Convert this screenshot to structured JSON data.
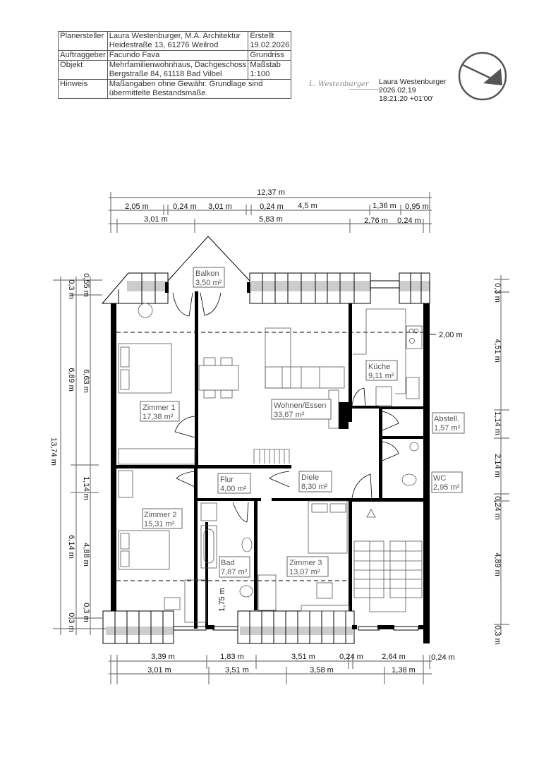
{
  "title_block": {
    "rows": [
      {
        "label": "Planersteller",
        "value_line1": "Laura Westenburger, M.A. Architektur",
        "value_line2": "Heidestraße 13, 61276 Weilrod",
        "right_line1": "Erstellt",
        "right_line2": "19.02.2026"
      },
      {
        "label": "Auftraggeber",
        "value_line1": "Facundo Fava",
        "right_line1": "Grundriss"
      },
      {
        "label": "Objekt",
        "value_line1": "Mehrfamilienwohnhaus, Dachgeschoss",
        "value_line2": "Bergstraße 84, 61118 Bad Vilbel",
        "right_line1": "Maßstab",
        "right_line2": "1:100"
      },
      {
        "label": "Hinweis",
        "value_line1": "Maßangaben ohne Gewähr. Grundlage sind",
        "value_line2": "übermittelte Bestandsmaße."
      }
    ]
  },
  "signature": {
    "handwritten": "L. Westenburger",
    "name": "Laura Westenburger",
    "date": "2026.02.19",
    "time": "18:21:20 +01'00'"
  },
  "north_arrow": {
    "icon": "north-arrow-icon",
    "color": "#555555"
  },
  "rooms": [
    {
      "name": "Balkon",
      "area": "3,50 m²"
    },
    {
      "name": "Zimmer 1",
      "area": "17,38 m²"
    },
    {
      "name": "Wohnen/Essen",
      "area": "33,67 m²"
    },
    {
      "name": "Küche",
      "area": "9,11 m²"
    },
    {
      "name": "Abstell.",
      "area": "1,57 m²"
    },
    {
      "name": "WC",
      "area": "2,95 m²"
    },
    {
      "name": "Flur",
      "area": "4,00 m²"
    },
    {
      "name": "Diele",
      "area": "8,30 m²"
    },
    {
      "name": "Zimmer 2",
      "area": "15,31 m²"
    },
    {
      "name": "Bad",
      "area": "7,87 m²"
    },
    {
      "name": "Zimmer 3",
      "area": "13,07 m²"
    }
  ],
  "dimensions": {
    "top_overall": "12,37 m",
    "top_row1": [
      "2,05 m",
      "0,24 m",
      "3,01 m",
      "0,24 m",
      "4,5 m",
      "1,36 m",
      "0,95 m"
    ],
    "top_row2": [
      "3,01 m",
      "5,83 m",
      "2,76 m",
      "0,24 m"
    ],
    "left_outer": "13,74 m",
    "left_mid": [
      "0,3 m",
      "6,89 m",
      "1,14 m",
      "6,14 m",
      "0,3 m"
    ],
    "left_inner": [
      "0,55 m",
      "6,63 m",
      "1,14 m",
      "4,88 m",
      "0,3 m"
    ],
    "right": [
      "0,3 m",
      "4,51 m",
      "1,14 m",
      "2,14 m",
      "0,24 m",
      "4,89 m",
      "0,3 m"
    ],
    "bottom_row1": [
      "3,39 m",
      "1,83 m",
      "3,51 m",
      "0,24 m",
      "2,64 m",
      "0,24 m"
    ],
    "bottom_row2": [
      "3,01 m",
      "3,51 m",
      "3,58 m",
      "1,38 m"
    ],
    "height_marker": "2,00 m",
    "bad_height": "1,75 m"
  },
  "colors": {
    "wall": "#000000",
    "line": "#555555",
    "dim": "#777777",
    "roof_band": "#cccccc"
  }
}
